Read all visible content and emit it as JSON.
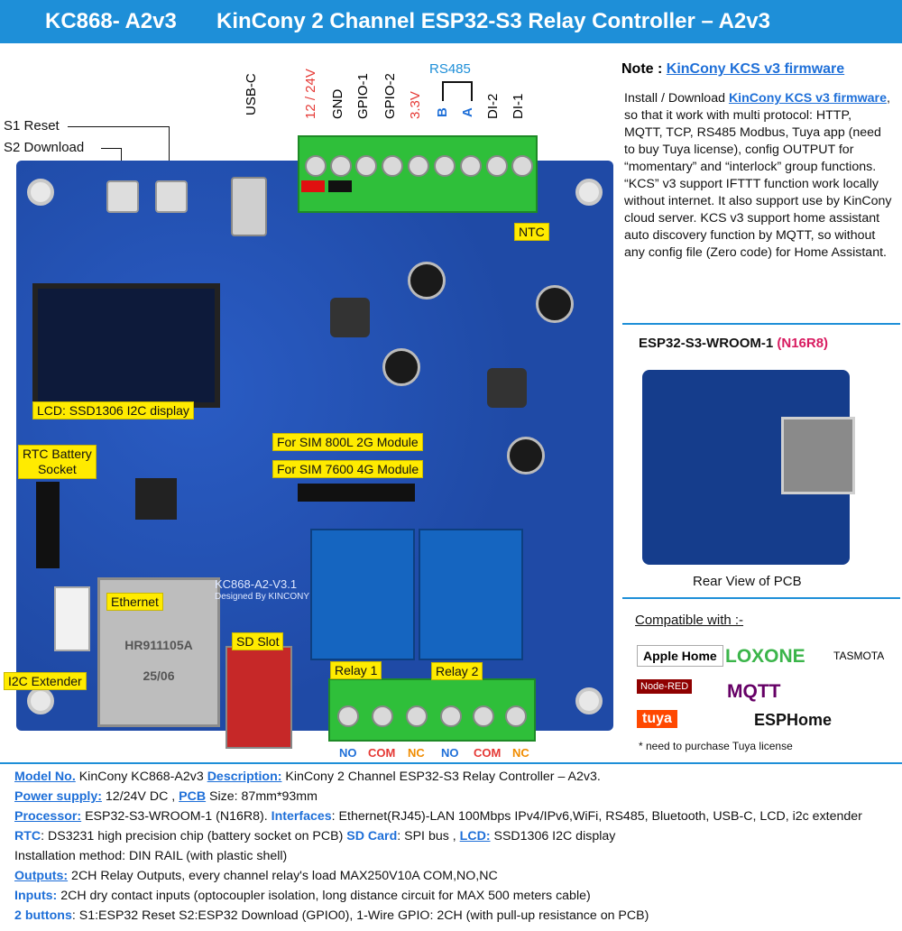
{
  "header": {
    "model": "KC868- A2v3",
    "title": "KinCony 2 Channel ESP32-S3 Relay Controller – A2v3"
  },
  "top_labels": {
    "v1224": "12 / 24V",
    "gnd": "GND",
    "gpio1": "GPIO-1",
    "gpio2": "GPIO-2",
    "v33": "3.3V",
    "b": "B",
    "a": "A",
    "di2": "DI-2",
    "di1": "DI-1",
    "rs485": "RS485",
    "usbc": "USB-C"
  },
  "left_labels": {
    "s1": "S1 Reset",
    "s2": "S2 Download"
  },
  "callouts": {
    "lcd": "LCD: SSD1306 I2C display",
    "rtc": "RTC Battery\nSocket",
    "ntc": "NTC",
    "sim2g": "For SIM 800L  2G Module",
    "sim4g": "For SIM 7600 4G Module",
    "ethernet": "Ethernet",
    "sdslot": "SD Slot",
    "i2c": "I2C Extender",
    "relay1": "Relay 1",
    "relay2": "Relay 2"
  },
  "board": {
    "silk": "KC868-A2-V3.1",
    "designer": "Designed By KINCONY",
    "eth_part": "HR911105A",
    "eth_date": "25/06"
  },
  "relay_terms": [
    "NO",
    "COM",
    "NC",
    "NO",
    "COM",
    "NC"
  ],
  "note": {
    "prefix": "Note : ",
    "link": "KinCony KCS v3 firmware",
    "body_pre": "Install / Download ",
    "body_link": "KinCony KCS v3 firmware",
    "body_post": ", so that it work with multi protocol: HTTP, MQTT, TCP, RS485 Modbus, Tuya app (need to buy Tuya license), config OUTPUT for “momentary” and “interlock” group functions. “KCS” v3 support IFTTT function work locally without internet. It also support use by KinCony cloud server. KCS v3 support home assistant auto discovery function by MQTT, so without any config file (Zero code) for Home Assistant."
  },
  "module": {
    "name": "ESP32-S3-WROOM-1 ",
    "variant": "(N16R8)",
    "rear_caption": "Rear View of PCB"
  },
  "compatible": {
    "title": "Compatible with :-",
    "logos": [
      "Apple Home",
      "LOXONE",
      "TASMOTA",
      "Node-RED",
      "MQTT",
      "tuya",
      "ESPHome"
    ],
    "footnote": "* need to purchase Tuya license"
  },
  "specs": {
    "model_k": "Model No.",
    "model_v": " KinCony KC868-A2v3  ",
    "desc_k": "Description:",
    "desc_v": " KinCony 2 Channel ESP32-S3 Relay Controller – A2v3.",
    "power_k": "Power supply:",
    "power_v": " 12/24V DC ,  ",
    "pcb_k": "PCB",
    "pcb_v": " Size: 87mm*93mm",
    "proc_k": "Processor:",
    "proc_v": " ESP32-S3-WROOM-1 (N16R8). ",
    "intf_k": "Interfaces",
    "intf_v": ": Ethernet(RJ45)-LAN 100Mbps IPv4/IPv6,WiFi, RS485, Bluetooth, USB-C, LCD, i2c extender",
    "rtc_k": "RTC",
    "rtc_v": ": DS3231 high precision chip (battery socket on PCB) ",
    "sd_k": "SD Card",
    "sd_v": ": SPI bus , ",
    "lcd_k": "LCD:",
    "lcd_v": " SSD1306 I2C display",
    "install": "Installation method: DIN RAIL (with plastic shell)",
    "out_k": "Outputs:",
    "out_v": " 2CH Relay Outputs, every channel relay's load MAX250V10A COM,NO,NC",
    "in_k": "Inputs:",
    "in_v": " 2CH dry contact inputs (optocoupler isolation, long distance circuit for MAX 500 meters cable)",
    "btn_k": "2 buttons",
    "btn_v": ": S1:ESP32 Reset S2:ESP32 Download (GPIO0), 1-Wire GPIO: 2CH (with pull-up resistance on PCB)"
  },
  "colors": {
    "accent": "#1e8fd8",
    "link": "#1e6fd8",
    "callout": "#ffeb00",
    "red": "#e53935",
    "magenta": "#d81b60"
  }
}
